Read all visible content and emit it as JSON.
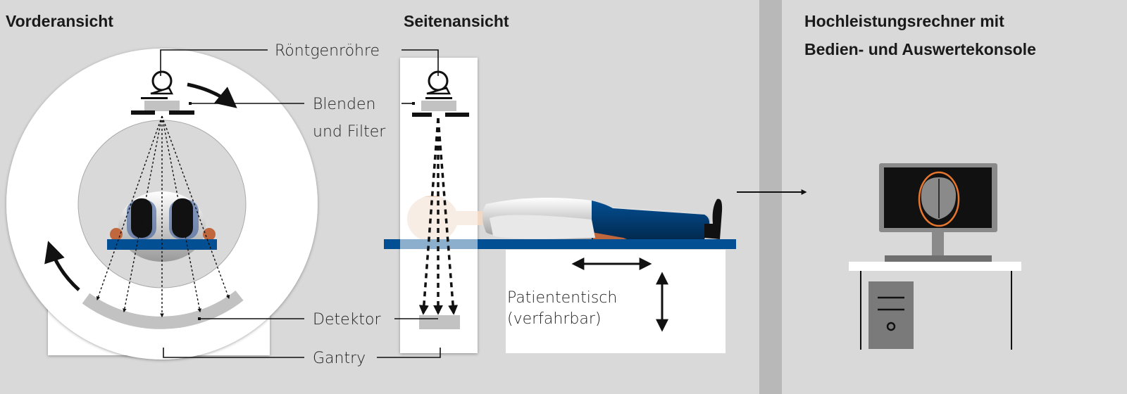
{
  "titles": {
    "front": "Vorderansicht",
    "side": "Seitenansicht",
    "computer_line1": "Hochleistungsrechner mit",
    "computer_line2": "Bedien- und Auswertekonsole"
  },
  "labels": {
    "tube": "Röntgenröhre",
    "collimator_line1": "Blenden",
    "collimator_line2": "und Filter",
    "detector": "Detektor",
    "gantry": "Gantry",
    "table_line1": "Patiententisch",
    "table_line2": "(verfahrbar)"
  },
  "colors": {
    "background": "#d9d9d9",
    "divider": "#b8b8b8",
    "table_blue": "#034f93",
    "skin": "#f0d8c4",
    "hand": "#c0673d",
    "detector_gray": "#c2c2c2",
    "brain_outline": "#e8762d"
  }
}
